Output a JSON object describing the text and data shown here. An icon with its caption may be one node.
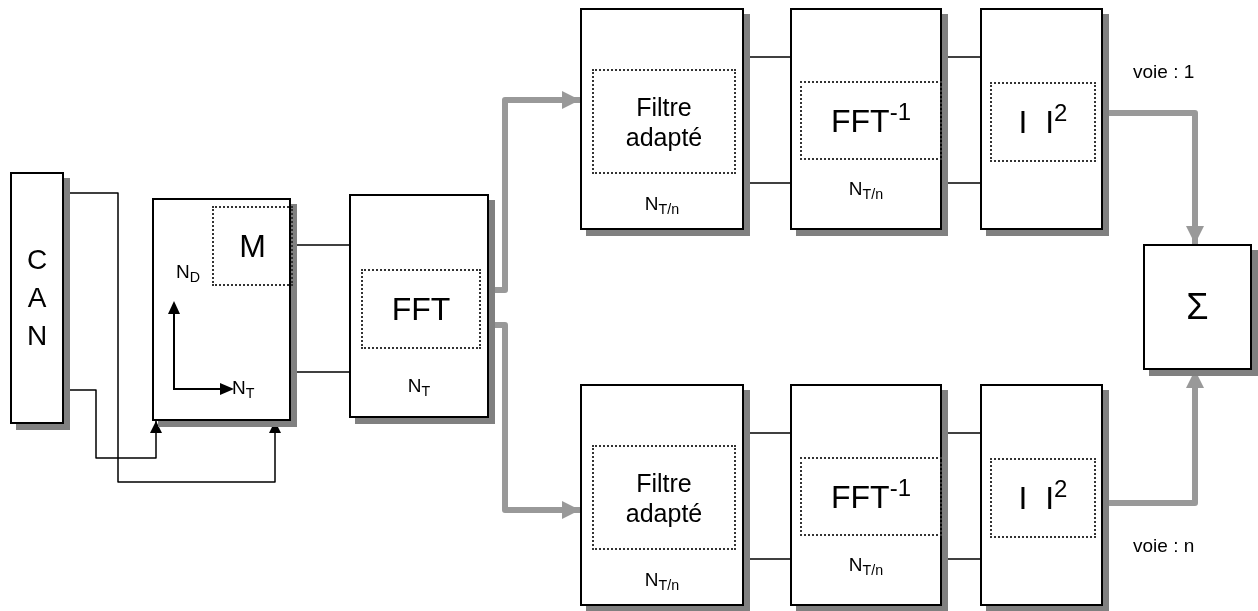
{
  "diagram": {
    "nodes": [
      {
        "text": [
          "CAN"
        ]
      },
      {
        "text": [
          "N$_{D}$",
          "N$_{T}$"
        ]
      },
      {
        "text": [
          "M"
        ],
        "in": 1
      },
      {
        "text": [
          "N$_{T}$"
        ]
      },
      {
        "text": [
          "FFT"
        ],
        "in": 3
      },
      {
        "text": [
          "N$_{T/n}$"
        ]
      },
      {
        "text": [
          "Filtre adapté"
        ],
        "in": 5
      },
      {
        "text": [
          "N$_{T/n}$"
        ]
      },
      {
        "text": [
          "FFT$^{-1}$"
        ],
        "in": 7
      },
      {
        "text": [],
        "shape": "box",
        "beside": [
          "voie : 1"
        ]
      },
      {
        "text": [
          "I  I$^{2}$"
        ],
        "in": 9
      },
      {
        "text": [
          "N$_{T/n}$"
        ]
      },
      {
        "text": [
          "Filtre adapté"
        ],
        "in": 11
      },
      {
        "text": [
          "N$_{T/n}$"
        ]
      },
      {
        "text": [
          "FFT$^{-1}$"
        ],
        "in": 13
      },
      {
        "text": [],
        "shape": "box",
        "beside": [
          "voie : n"
        ]
      },
      {
        "text": [
          "I  I$^{2}$"
        ],
        "in": 15
      },
      {
        "text": [
          "Σ"
        ]
      }
    ],
    "edges": [
      {
        "from": 0,
        "to": 1,
        "arrow": "to"
      },
      {
        "from": 0,
        "to": 1,
        "arrow": "to"
      },
      {
        "from": 1,
        "to": 3,
        "arrow": "none"
      },
      {
        "from": 1,
        "to": 3,
        "arrow": "none"
      },
      {
        "from": 3,
        "to": 5,
        "arrow": "to",
        "style": "thick",
        "color": "#999999"
      },
      {
        "from": 3,
        "to": 11,
        "arrow": "to",
        "style": "thick",
        "color": "#999999"
      },
      {
        "from": 5,
        "to": 7,
        "arrow": "none"
      },
      {
        "from": 5,
        "to": 7,
        "arrow": "none"
      },
      {
        "from": 7,
        "to": 9,
        "arrow": "none"
      },
      {
        "from": 7,
        "to": 9,
        "arrow": "none"
      },
      {
        "from": 11,
        "to": 13,
        "arrow": "none"
      },
      {
        "from": 11,
        "to": 13,
        "arrow": "none"
      },
      {
        "from": 13,
        "to": 15,
        "arrow": "none"
      },
      {
        "from": 13,
        "to": 15,
        "arrow": "none"
      },
      {
        "from": 9,
        "to": 17,
        "arrow": "to",
        "style": "thick",
        "color": "#999999"
      },
      {
        "from": 15,
        "to": 17,
        "arrow": "to",
        "style": "thick",
        "color": "#999999"
      }
    ]
  }
}
